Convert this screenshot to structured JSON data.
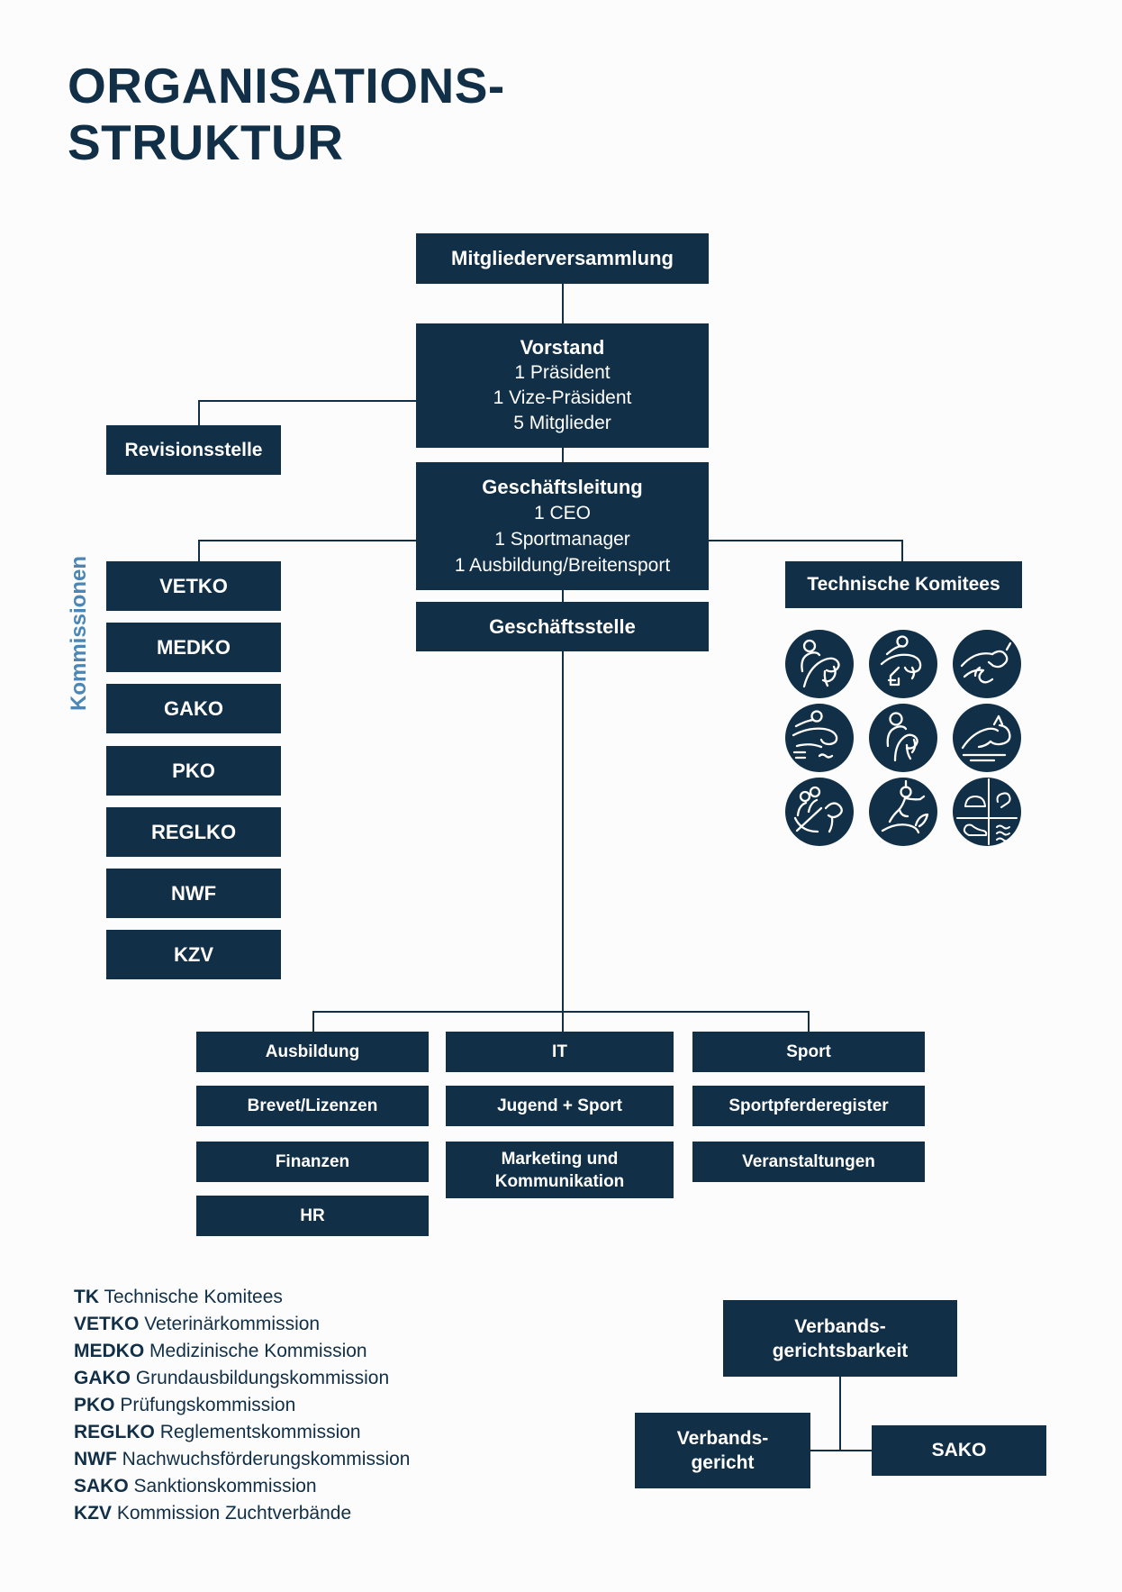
{
  "title": {
    "line1": "ORGANISATIONS-",
    "line2": "STRUKTUR"
  },
  "colors": {
    "navy": "#112F46",
    "accent_blue": "#4C86B4",
    "background": "#FCFCFC",
    "box_text": "#FFFFFF"
  },
  "org_chart": {
    "mitgliederversammlung": "Mitgliederversammlung",
    "vorstand": {
      "title": "Vorstand",
      "line1": "1 Präsident",
      "line2": "1 Vize-Präsident",
      "line3": "5 Mitglieder"
    },
    "revisionsstelle": "Revisionsstelle",
    "geschaeftsleitung": {
      "title": "Geschäftsleitung",
      "line1": "1 CEO",
      "line2": "1 Sportmanager",
      "line3": "1 Ausbildung/Breitensport"
    },
    "geschaeftsstelle": "Geschäftsstelle",
    "kommissionen_heading": "Kommissionen",
    "kommissionen": [
      "VETKO",
      "MEDKO",
      "GAKO",
      "PKO",
      "REGLKO",
      "NWF",
      "KZV"
    ],
    "technische_komitees": "Technische Komitees",
    "tk_icons": [
      "dressage",
      "show-jumping",
      "eventing",
      "racing-water-jump",
      "rider",
      "endurance",
      "driving",
      "vaulting",
      "tetrathlon"
    ],
    "departments": {
      "col1": [
        "Ausbildung",
        "Brevet/Lizenzen",
        "Finanzen",
        "HR"
      ],
      "col2": [
        "IT",
        "Jugend + Sport",
        "Marketing und Kommunikation"
      ],
      "col3": [
        "Sport",
        "Sportpferderegister",
        "Veranstaltungen"
      ]
    },
    "verbandsgerichtsbarkeit": {
      "line1": "Verbands-",
      "line2": "gerichtsbarkeit"
    },
    "verbandsgericht": {
      "line1": "Verbands-",
      "line2": "gericht"
    },
    "sako": "SAKO"
  },
  "legend": [
    {
      "abbr": "TK",
      "name": "Technische Komitees"
    },
    {
      "abbr": "VETKO",
      "name": "Veterinärkommission"
    },
    {
      "abbr": "MEDKO",
      "name": "Medizinische Kommission"
    },
    {
      "abbr": "GAKO",
      "name": "Grundausbildungskommission"
    },
    {
      "abbr": "PKO",
      "name": "Prüfungskommission"
    },
    {
      "abbr": "REGLKO",
      "name": "Reglementskommission"
    },
    {
      "abbr": "NWF",
      "name": "Nachwuchsförderungskommission"
    },
    {
      "abbr": "SAKO",
      "name": "Sanktionskommission"
    },
    {
      "abbr": "KZV",
      "name": "Kommission Zuchtverbände"
    }
  ]
}
